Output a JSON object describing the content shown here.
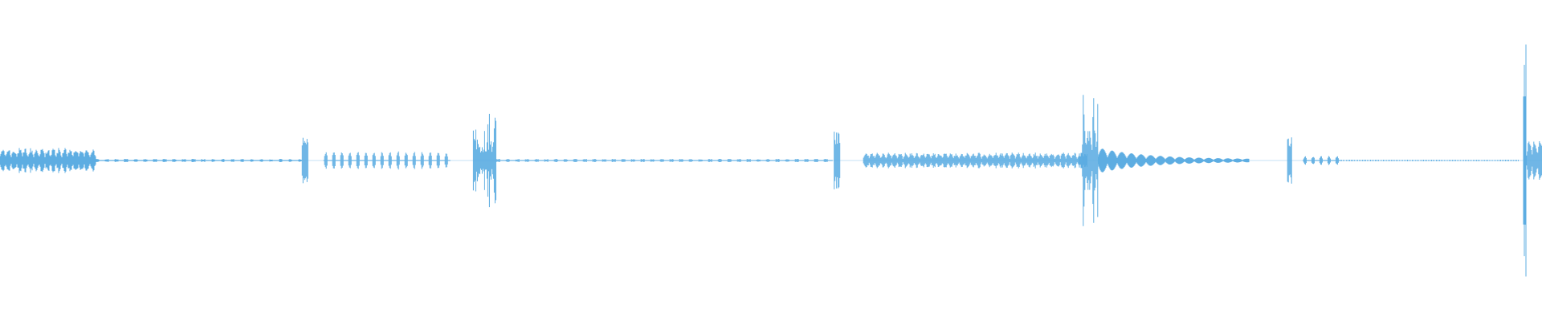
{
  "waveform": {
    "color": "#5DADE2",
    "background": "#ffffff",
    "segments": [
      {
        "start": 0.0,
        "end": 0.062,
        "amplitude": 0.08,
        "pattern": "dense-bursts"
      },
      {
        "start": 0.062,
        "end": 0.196,
        "amplitude": 0.01,
        "pattern": "sparse-dots"
      },
      {
        "start": 0.196,
        "end": 0.2,
        "amplitude": 0.16,
        "pattern": "spike"
      },
      {
        "start": 0.21,
        "end": 0.292,
        "amplitude": 0.06,
        "pattern": "regular-bursts"
      },
      {
        "start": 0.307,
        "end": 0.322,
        "amplitude": 0.3,
        "pattern": "spike-cluster"
      },
      {
        "start": 0.322,
        "end": 0.54,
        "amplitude": 0.01,
        "pattern": "sparse-dots"
      },
      {
        "start": 0.541,
        "end": 0.545,
        "amplitude": 0.18,
        "pattern": "spike"
      },
      {
        "start": 0.56,
        "end": 0.7,
        "amplitude": 0.05,
        "pattern": "dense-bursts"
      },
      {
        "start": 0.7,
        "end": 0.705,
        "amplitude": 0.05,
        "pattern": "spike"
      },
      {
        "start": 0.702,
        "end": 0.712,
        "amplitude": 0.42,
        "pattern": "spike-cluster"
      },
      {
        "start": 0.712,
        "end": 0.81,
        "amplitude": 0.08,
        "pattern": "decaying-bursts"
      },
      {
        "start": 0.835,
        "end": 0.838,
        "amplitude": 0.15,
        "pattern": "spike"
      },
      {
        "start": 0.845,
        "end": 0.87,
        "amplitude": 0.03,
        "pattern": "regular-bursts"
      },
      {
        "start": 0.87,
        "end": 0.985,
        "amplitude": 0.005,
        "pattern": "flat-line"
      },
      {
        "start": 0.988,
        "end": 0.99,
        "amplitude": 0.78,
        "pattern": "spike"
      },
      {
        "start": 0.99,
        "end": 1.0,
        "amplitude": 0.14,
        "pattern": "dense-bursts"
      }
    ]
  }
}
